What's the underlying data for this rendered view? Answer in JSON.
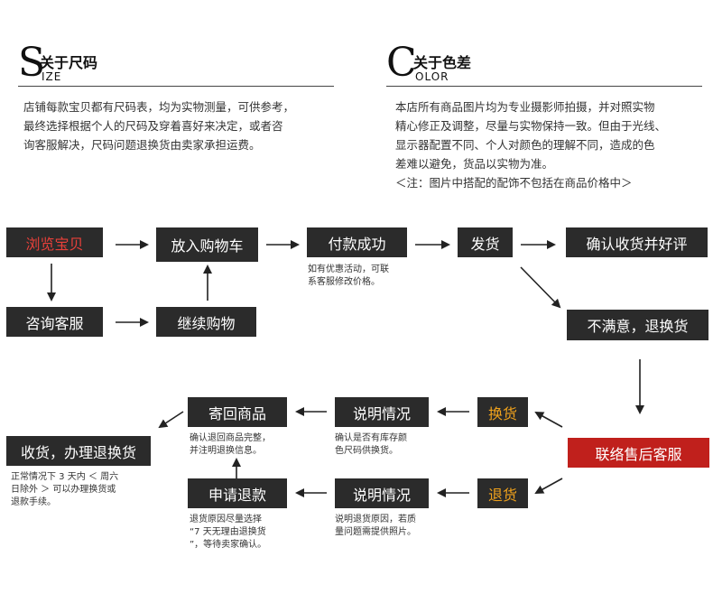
{
  "size_section": {
    "letter": "S",
    "title": "关于尺码",
    "subtitle": "IZE",
    "lines": [
      "店铺每款宝贝都有尺码表，均为实物测量，可供参考，",
      "最终选择根据个人的尺码及穿着喜好来决定，或者咨",
      "询客服解决，尺码问题退换货由卖家承担运费。"
    ]
  },
  "color_section": {
    "letter": "C",
    "title": "关于色差",
    "subtitle": "OLOR",
    "lines": [
      "本店所有商品图片均为专业摄影师拍摄，并对照实物",
      "精心修正及调整，尽量与实物保持一致。但由于光线、",
      "显示器配置不同、个人对颜色的理解不同，造成的色",
      "差难以避免，货品以实物为准。",
      "＜注：图片中搭配的配饰不包括在商品价格中＞"
    ]
  },
  "flow": {
    "browse": "浏览宝贝",
    "add_cart": "放入购物车",
    "pay_success": "付款成功",
    "ship": "发货",
    "confirm_review": "确认收货并好评",
    "consult": "咨询客服",
    "continue_shopping": "继续购物",
    "unsatisfied_return": "不满意，退换货",
    "contact_aftersales": "联络售后客服",
    "exchange": "换货",
    "refund": "退货",
    "explain_exchange": "说明情况",
    "explain_refund": "说明情况",
    "send_back": "寄回商品",
    "apply_refund": "申请退款",
    "receive_goods": "收货，办理退换货"
  },
  "notes": {
    "pay_note": [
      "如有优惠活动，可联",
      "系客服修改价格。"
    ],
    "send_back_note": [
      "确认退回商品完整，",
      "并注明退换信息。"
    ],
    "exchange_note": [
      "确认是否有库存颜",
      "色尺码供换货。"
    ],
    "receive_note": [
      "正常情况下 3 天内 ＜ 周六",
      "日除外 ＞ 可以办理换货或",
      "退款手续。"
    ],
    "apply_refund_note": [
      "退货原因尽量选择",
      "“7 天无理由退换货",
      "”，等待卖家确认。"
    ],
    "refund_note": [
      "说明退货原因，若质",
      "量问题需提供照片。"
    ]
  },
  "colors": {
    "box_bg": "#2b2b2b",
    "red_text": "#e8403a",
    "orange_text": "#f0a21c",
    "red_bg": "#c0201c"
  }
}
